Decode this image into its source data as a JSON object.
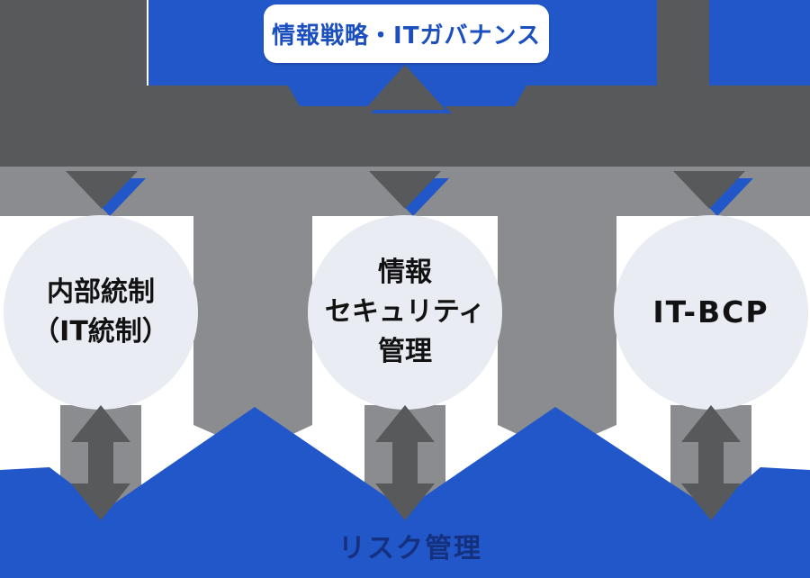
{
  "diagram": {
    "title_box": {
      "label": "情報戦略・ITガバナンス"
    },
    "circles": [
      {
        "name": "internal-control",
        "lines": [
          "内部統制",
          "（IT統制）"
        ]
      },
      {
        "name": "information-security-management",
        "lines": [
          "情報",
          "セキュリティ",
          "管理"
        ]
      },
      {
        "name": "it-bcp",
        "lines": [
          "IT-BCP"
        ]
      }
    ],
    "bottom_band": {
      "label": "リスク管理"
    },
    "colors": {
      "blue": "#2157c8",
      "dark_gray": "#58595b",
      "medium_gray": "#8a8c8f",
      "circle_fill": "#e9ecf3",
      "title_text": "#1b4fc0",
      "circle_text": "#121212",
      "bottom_text": "#15307e",
      "box_fill": "#ffffff"
    }
  }
}
